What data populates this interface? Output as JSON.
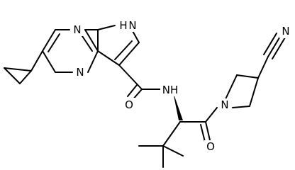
{
  "colors": {
    "background": "#ffffff",
    "ink": "#000000"
  },
  "atoms": [
    {
      "name": "atom-label-n-pyrazine-top",
      "text": "N"
    },
    {
      "name": "atom-label-nh-pyrrole",
      "text": "H"
    },
    {
      "name": "atom-label-n-pyrrole",
      "text": "N"
    },
    {
      "name": "atom-label-n-pyrazine-bottom",
      "text": "N"
    },
    {
      "name": "atom-label-n-nitrile",
      "text": "N"
    },
    {
      "name": "atom-label-nh-amide",
      "text": "NH"
    },
    {
      "name": "atom-label-o-amide",
      "text": "O"
    },
    {
      "name": "atom-label-n-azetidine",
      "text": "N"
    },
    {
      "name": "atom-label-o-ketone",
      "text": "O"
    }
  ]
}
